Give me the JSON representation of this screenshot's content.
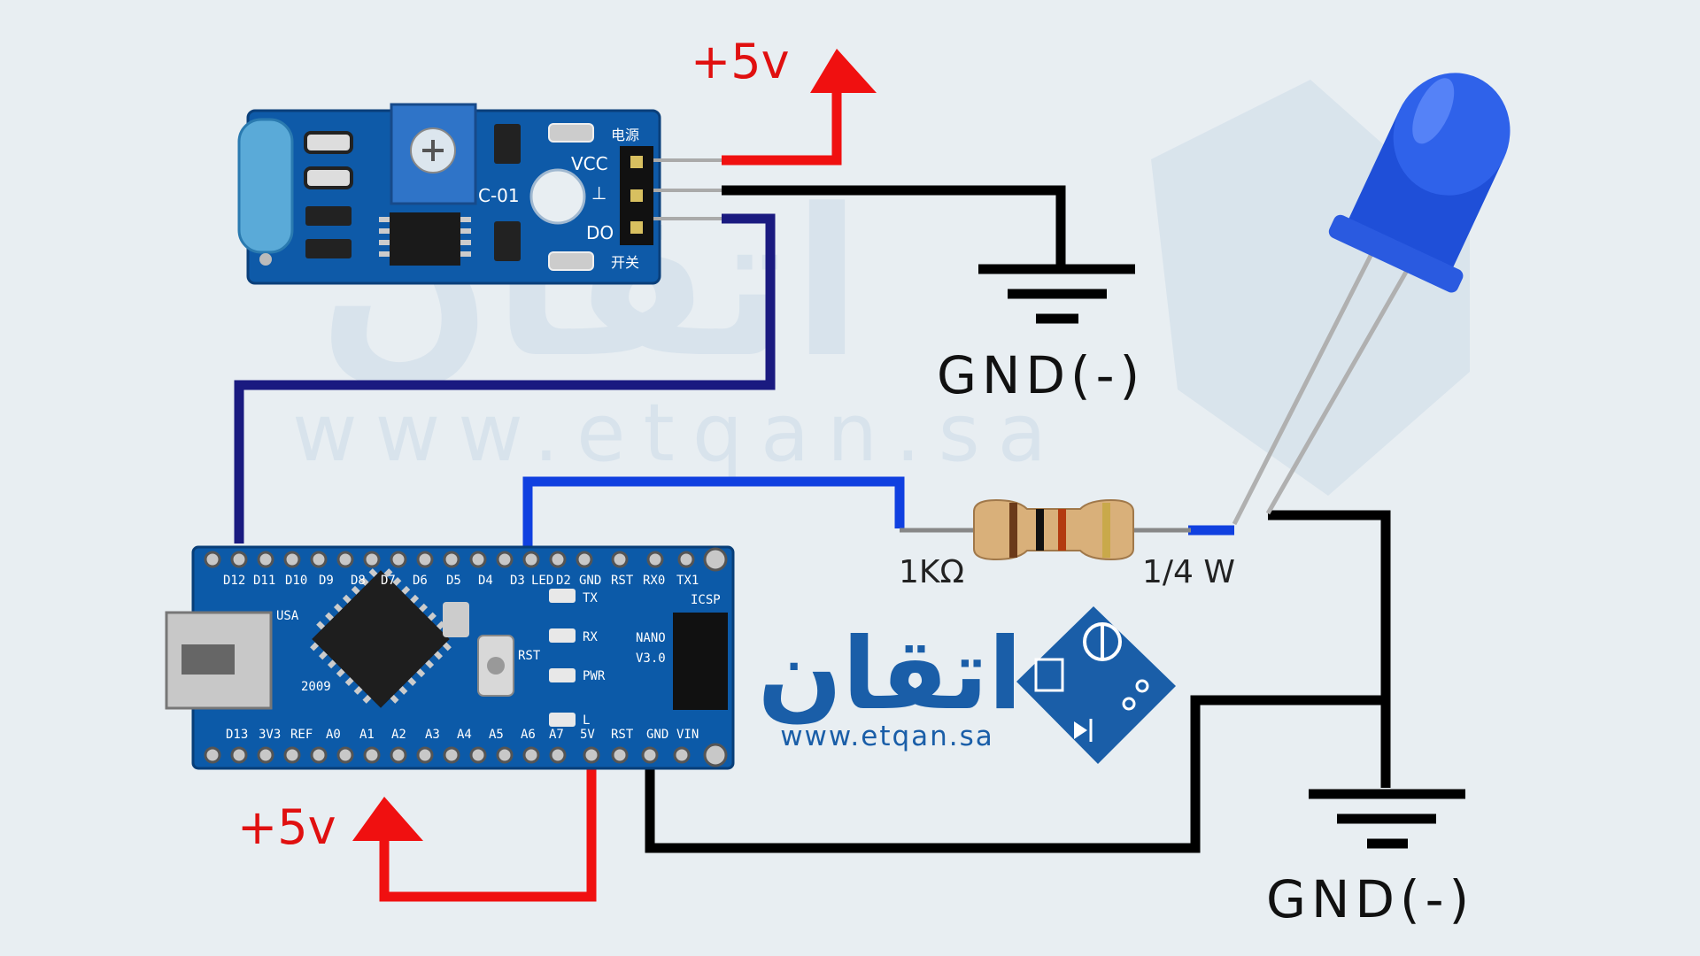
{
  "labels": {
    "top_power": "+5v",
    "bottom_power": "+5v",
    "gnd_top": "GND(-)",
    "gnd_bottom": "GND(-)",
    "resistor_value": "1KΩ",
    "resistor_power": "1/4 W"
  },
  "sensor_module": {
    "pins": [
      "VCC",
      "⊥",
      "DO"
    ],
    "silk_power": "电源",
    "silk_switch": "开关",
    "silk_model": "C-01"
  },
  "nano_board": {
    "top_pins": [
      "D12",
      "D11",
      "D10",
      "D9",
      "D8",
      "D7",
      "D6",
      "D5",
      "D4",
      "D3",
      "LED",
      "D2",
      "GND",
      "RST",
      "RX0",
      "TX1"
    ],
    "bottom_pins": [
      "D13",
      "3V3",
      "REF",
      "A0",
      "A1",
      "A2",
      "A3",
      "A4",
      "A5",
      "A6",
      "A7",
      "5V",
      "RST",
      "GND",
      "VIN"
    ],
    "silk_nano": "NANO",
    "silk_version": "V3.0",
    "silk_icsp": "ICSP",
    "silk_usa": "USA",
    "silk_year": "2009",
    "silk_tx": "TX",
    "silk_rx": "RX",
    "silk_pwr": "PWR",
    "silk_l": "L",
    "silk_rst": "RST"
  },
  "logo": {
    "arabic": "اتقان",
    "url": "www.etqan.sa"
  },
  "colors": {
    "power": "#f01010",
    "ground": "#000000",
    "signal_sensor": "#1a1a80",
    "signal_led": "#1040e0",
    "brand": "#1a5ea8"
  }
}
